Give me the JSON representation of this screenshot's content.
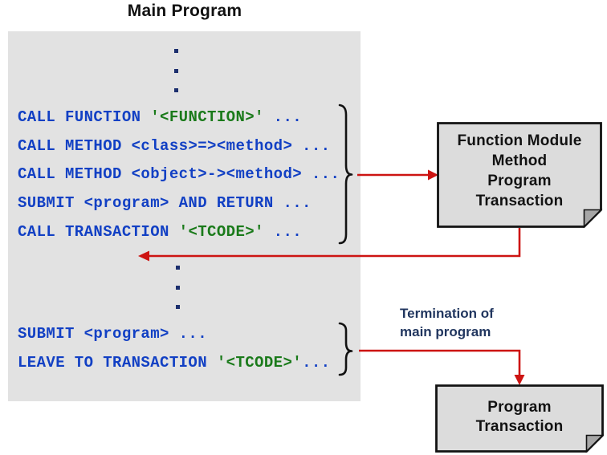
{
  "title": "Main Program",
  "colors": {
    "code_blue": "#1240c4",
    "code_green": "#1a7a1a",
    "arrow_red": "#cd1412",
    "annotation_navy": "#21365f",
    "panel_gray": "#e2e2e2",
    "box_gray": "#dcdcdc",
    "box_border": "#121212"
  },
  "code": {
    "vertical_ellipsis_glyph": ".",
    "lines": [
      {
        "segments": [
          {
            "text": "CALL FUNCTION ",
            "color": "blue"
          },
          {
            "text": "'<FUNCTION>'",
            "color": "green"
          },
          {
            "text": " ...",
            "color": "blue"
          }
        ]
      },
      {
        "segments": [
          {
            "text": "CALL METHOD <class>=><method> ...",
            "color": "blue"
          }
        ]
      },
      {
        "segments": [
          {
            "text": "CALL METHOD <object>-><method> ...",
            "color": "blue"
          }
        ]
      },
      {
        "segments": [
          {
            "text": "SUBMIT <program> AND RETURN ...",
            "color": "blue"
          }
        ]
      },
      {
        "segments": [
          {
            "text": "CALL TRANSACTION ",
            "color": "blue"
          },
          {
            "text": "'<TCODE>'",
            "color": "green"
          },
          {
            "text": " ...",
            "color": "blue"
          }
        ]
      },
      {
        "segments": [
          {
            "text": "SUBMIT <program> ...",
            "color": "blue"
          }
        ]
      },
      {
        "segments": [
          {
            "text": "LEAVE TO TRANSACTION ",
            "color": "blue"
          },
          {
            "text": "'<TCODE>'",
            "color": "green"
          },
          {
            "text": "...",
            "color": "blue"
          }
        ]
      }
    ]
  },
  "boxes": {
    "call_targets": {
      "lines": [
        "Function Module",
        "Method",
        "Program",
        "Transaction"
      ]
    },
    "leave_targets": {
      "lines": [
        "Program",
        "Transaction"
      ]
    }
  },
  "annotation": {
    "line1": "Termination of",
    "line2": "main program"
  }
}
